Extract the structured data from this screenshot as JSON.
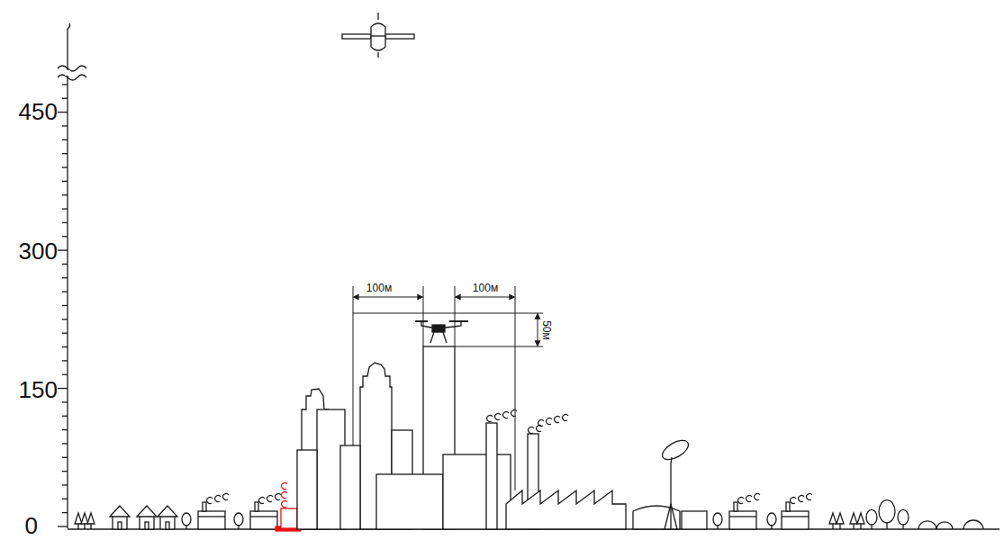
{
  "diagram": {
    "labels": [
      "450",
      "300",
      "150",
      "0",
      "100м",
      "100м",
      "50м"
    ]
  }
}
